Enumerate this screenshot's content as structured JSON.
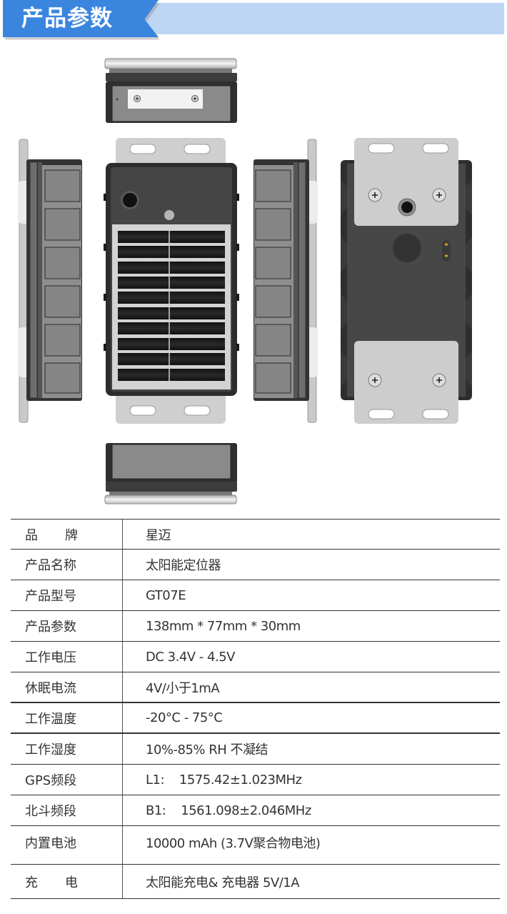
{
  "banner": {
    "title": "产品参数",
    "colors": {
      "tab": "#3a86df",
      "band": "#bcd6f3",
      "text": "#ffffff"
    }
  },
  "product_views": [
    {
      "name": "top-view",
      "label": "top end view (mounting bracket)"
    },
    {
      "name": "left-side-view",
      "label": "left side view"
    },
    {
      "name": "front-view",
      "label": "front view with solar panel"
    },
    {
      "name": "right-side-view",
      "label": "right side view"
    },
    {
      "name": "back-view",
      "label": "back view with mounting plates"
    },
    {
      "name": "bottom-view",
      "label": "bottom end view"
    }
  ],
  "spec_table": {
    "rows": [
      {
        "label": "品牌",
        "value": "星迈",
        "spread": true
      },
      {
        "label": "产品名称",
        "value": "太阳能定位器"
      },
      {
        "label": "产品型号",
        "value": "GT07E"
      },
      {
        "label": "产品参数",
        "value": "138mm * 77mm * 30mm"
      },
      {
        "label": "工作电压",
        "value": "DC 3.4V - 4.5V"
      },
      {
        "label": "休眠电流",
        "value": "4V/小于1mA"
      },
      {
        "label": "工作温度",
        "value": "-20°C - 75°C"
      },
      {
        "label": "工作湿度",
        "value": "10%-85% RH 不凝结"
      },
      {
        "label": "GPS频段",
        "value": "L1:    1575.42±1.023MHz"
      },
      {
        "label": "北斗频段",
        "value": "B1:    1561.098±2.046MHz"
      },
      {
        "label": "内置电池",
        "value": "10000 mAh (3.7V聚合物电池)"
      },
      {
        "label": "充电",
        "value": "太阳能充电& 充电器 5V/1A",
        "spread": true
      }
    ]
  }
}
